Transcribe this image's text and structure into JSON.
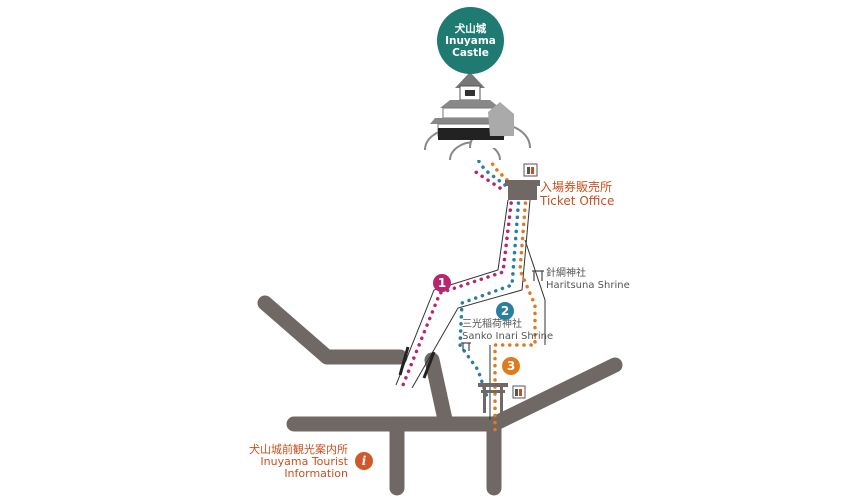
{
  "castle": {
    "name_ja": "犬山城",
    "name_en_1": "Inuyama",
    "name_en_2": "Castle"
  },
  "ticket_office": {
    "name_ja": "入場券販売所",
    "name_en": "Ticket Office"
  },
  "haritsuna": {
    "name_ja": "針綱神社",
    "name_en": "Haritsuna Shrine"
  },
  "sanko": {
    "name_ja": "三光稲荷神社",
    "name_en": "Sanko Inari Shrine"
  },
  "tourist_info": {
    "name_ja": "犬山城前観光案内所",
    "name_en_1": "Inuyama Tourist",
    "name_en_2": "Information",
    "icon": "i"
  },
  "routes": [
    {
      "number": "1",
      "color": "#b5266e"
    },
    {
      "number": "2",
      "color": "#2a7fa0"
    },
    {
      "number": "3",
      "color": "#e07a1f"
    }
  ],
  "colors": {
    "road": "#6f6865",
    "castle": "#1f7a72",
    "label": "#c8501e"
  }
}
